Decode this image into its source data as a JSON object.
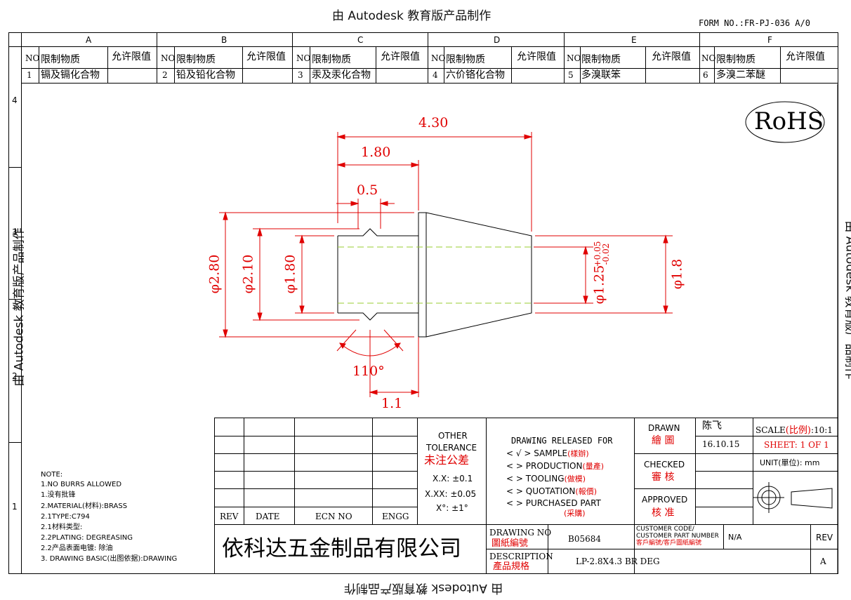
{
  "banner_top": "由 Autodesk 教育版产品制作",
  "banner_bottom": "由 Autodesk 教育版产品制作",
  "banner_left": "由 Autodesk 教育版产品制作",
  "banner_right": "由 Autodesk 教育版产品制作",
  "form_no": "FORM NO.:FR-PJ-036 A/0",
  "zones": {
    "columns": [
      "A",
      "B",
      "C",
      "D",
      "E",
      "F"
    ],
    "rows": [
      "4",
      "3",
      "2",
      "1"
    ]
  },
  "restricted": {
    "header_no": "NO",
    "header_substance": "限制物质",
    "header_limit": "允许限值",
    "items": [
      {
        "no": "1",
        "substance": "镉及镉化合物"
      },
      {
        "no": "2",
        "substance": "铅及铅化合物"
      },
      {
        "no": "3",
        "substance": "汞及汞化合物"
      },
      {
        "no": "4",
        "substance": "六价铬化合物"
      },
      {
        "no": "5",
        "substance": "多溴联笨"
      },
      {
        "no": "6",
        "substance": "多溴二苯醚"
      }
    ]
  },
  "rohs": "RoHS",
  "dimensions": {
    "total_length": "4.30",
    "bore_depth": "1.80",
    "groove_width": "0.5",
    "groove_pos": "1.1",
    "angle": "110°",
    "d_outer": "φ2.80",
    "d_groove": "φ2.10",
    "d_bore": "φ1.80",
    "d_tip_inner": "φ1.25",
    "tol_upper": "+0.05",
    "tol_lower": "-0.02",
    "d_tip_outer": "φ1.8"
  },
  "notes": [
    "NOTE:",
    "1.NO BURRS ALLOWED",
    "1.没有批锋",
    "2.MATERIAL(材料):BRASS",
    "2.1TYPE:C794",
    "2.1材料类型:",
    "2.2PLATING: DEGREASING",
    "2.2产品表面电镀: 除油",
    "3. DRAWING BASIC(出图依据):DRAWING"
  ],
  "rev_table": {
    "rev": "REV",
    "date": "DATE",
    "ecn": "ECN NO",
    "engg": "ENGG"
  },
  "tolerance": {
    "title1": "OTHER",
    "title2": "TOLERANCE",
    "title_cn": "未注公差",
    "x_x": "X.X: ±0.1",
    "x_xx": "X.XX: ±0.05",
    "angle": "X°: ±1°"
  },
  "release": {
    "title": "DRAWING RELEASED FOR",
    "items": [
      {
        "mark": "< √ >",
        "en": "SAMPLE",
        "cn": "(樣辦)"
      },
      {
        "mark": "<    >",
        "en": "PRODUCTION",
        "cn": "(量產)"
      },
      {
        "mark": "<    >",
        "en": "TOOLING",
        "cn": "(做模)"
      },
      {
        "mark": "<    >",
        "en": "QUOTATION",
        "cn": "(報價)"
      },
      {
        "mark": "<    >",
        "en": "PURCHASED PART",
        "cn": "(采購)"
      }
    ]
  },
  "signatures": {
    "drawn": "DRAWN",
    "drawn_cn": "繪 圖",
    "drawn_name": "陈飞",
    "drawn_date": "16.10.15",
    "checked": "CHECKED",
    "checked_cn": "審 核",
    "approved": "APPROVED",
    "approved_cn": "核 准"
  },
  "scale": {
    "label": "SCALE",
    "label_cn": "(比例)",
    "value": ":10:1"
  },
  "sheet": "SHEET:  1 OF 1",
  "unit": "UNIT(單位): mm",
  "company": "依科达五金制品有限公司",
  "drawing_no_label": "DRAWING NO",
  "drawing_no_cn": "圖紙編號",
  "drawing_no": "B05684",
  "description_label": "DESCRIPTION",
  "description_cn": "產品規格",
  "description": "LP-2.8X4.3 BR DEG",
  "customer_code1": "CUSTOMER CODE/",
  "customer_code2": "CUSTOMER PART NUMBER",
  "customer_code_cn": "客戶編號/客戶圖紙編號",
  "customer_value": "N/A",
  "rev_label": "REV",
  "rev_value": "A",
  "colors": {
    "dimension": "#e00000",
    "centerline": "#9acd32",
    "outline": "#000000"
  }
}
